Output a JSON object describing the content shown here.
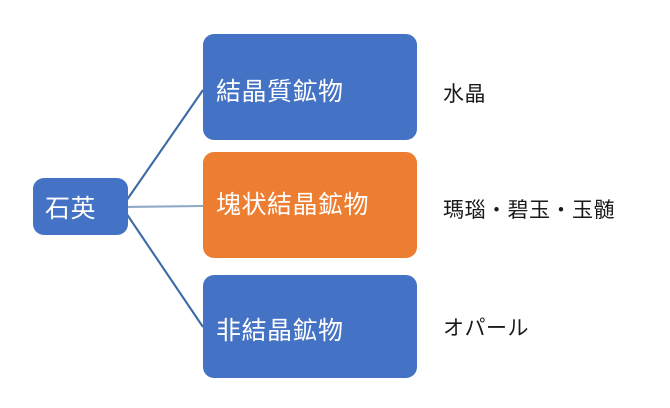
{
  "diagram": {
    "type": "hierarchy-tree",
    "background_color": "#FFFFFF",
    "root": {
      "label": "石英",
      "fill_color": "#4472C4",
      "text_color": "#FFFFFF"
    },
    "branches": [
      {
        "label": "結晶質鉱物",
        "fill_color": "#4472C4",
        "text_color": "#FFFFFF",
        "annotation": "水晶",
        "annotation_color": "#1A1A1A",
        "connector_color": "#3B6AA8",
        "connector_style": "diagonal"
      },
      {
        "label": "塊状結晶鉱物",
        "fill_color": "#ED7D31",
        "text_color": "#FFFFFF",
        "annotation": "瑪瑙・碧玉・玉髄",
        "annotation_color": "#1A1A1A",
        "connector_color": "#8EA9C6",
        "connector_style": "horizontal"
      },
      {
        "label": "非結晶鉱物",
        "fill_color": "#4472C4",
        "text_color": "#FFFFFF",
        "annotation": "オパール",
        "annotation_color": "#1A1A1A",
        "connector_color": "#3B6AA8",
        "connector_style": "diagonal"
      }
    ]
  }
}
